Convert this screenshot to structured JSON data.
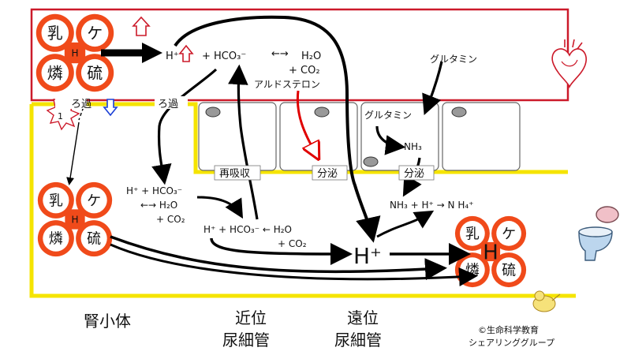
{
  "cluster_chars": {
    "lactic": "乳",
    "keto": "ケ",
    "phospho": "燐",
    "sulfur": "硫",
    "center": "H"
  },
  "blood": {
    "eq_left": "H⁺",
    "eq_mid": "+ HCO₃⁻",
    "eq_arrow": "←→",
    "eq_h2o": "H₂O",
    "eq_co2": "+ CO₂",
    "aldosterone": "アルドステロン",
    "glutamine": "グルタミン"
  },
  "labels": {
    "filtration_1": "ろ過",
    "filtration_2": "ろ過",
    "reabsorption": "再吸収",
    "secretion_1": "分泌",
    "secretion_2": "分泌",
    "star_number": "1"
  },
  "cell": {
    "glutamine": "グルタミン",
    "nh3": "NH₃"
  },
  "lumen": {
    "eq1_line1": "H⁺ + HCO₃⁻",
    "eq1_line2": "←→ H₂O",
    "eq1_line3": "+ CO₂",
    "eq2_line1": "H⁺ + HCO₃⁻ ← H₂O",
    "eq2_line2": "+ CO₂",
    "nh4_eq": "NH₃ + H⁺ → N H₄⁺",
    "big_h": "H⁺"
  },
  "sections": {
    "glomerulus": "腎小体",
    "proximal_1": "近位",
    "proximal_2": "尿細管",
    "distal_1": "遠位",
    "distal_2": "尿細管"
  },
  "credit": {
    "line1": "©生命科学教育",
    "line2": "シェアリンググループ"
  },
  "colors": {
    "blood_border": "#cc1a2a",
    "tubule_border": "#f5e400",
    "cluster": "#f04a1a",
    "reabsorb_arrow": "#e00000",
    "blue_arrow": "#1a3fd6"
  }
}
